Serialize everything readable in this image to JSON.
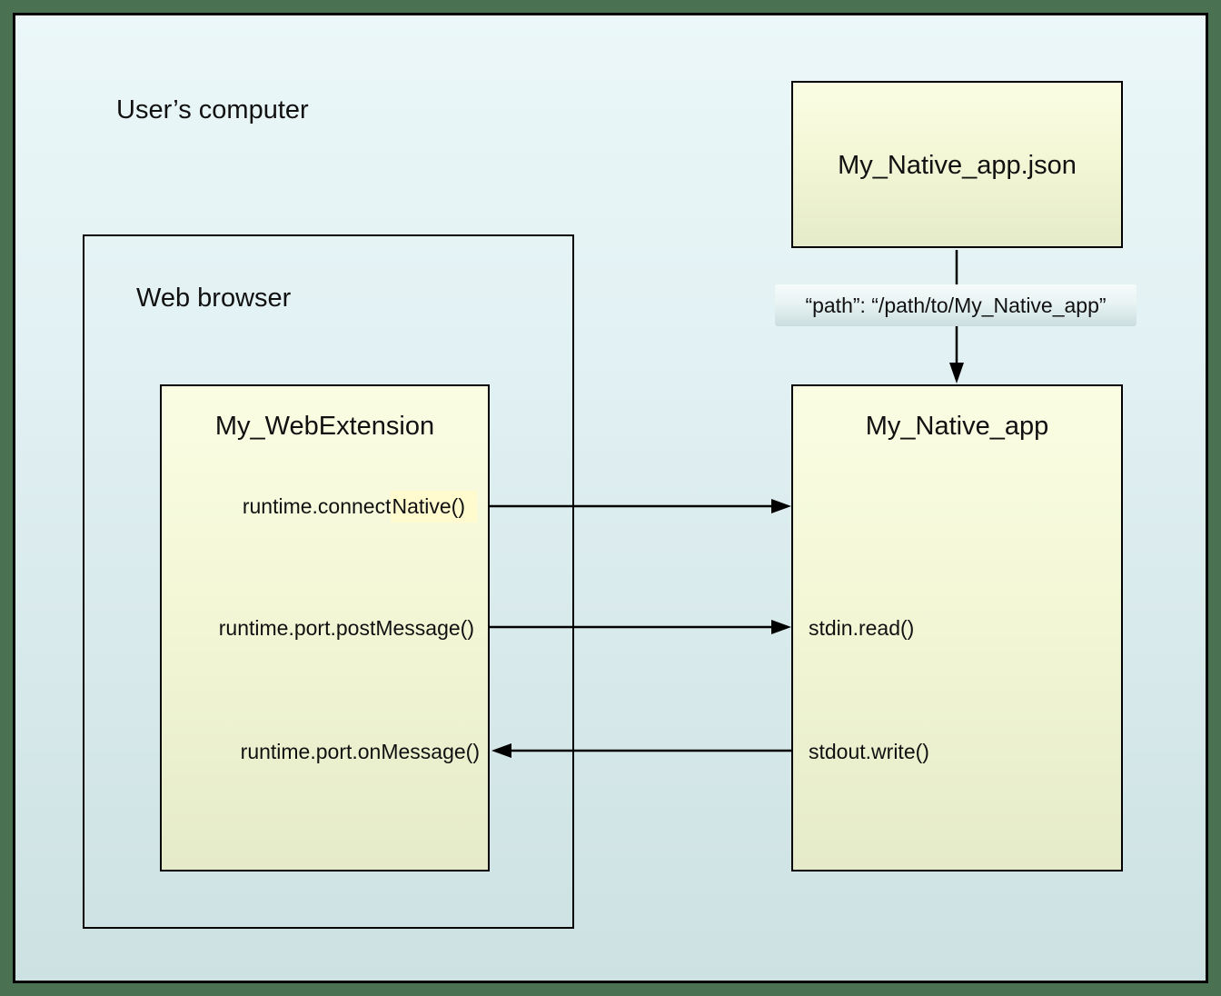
{
  "diagram": {
    "outer_label": "User’s computer",
    "browser_label": "Web browser",
    "webextension": {
      "title": "My_WebExtension",
      "connect_native_prefix": "runtime.connect",
      "connect_native_highlight": "Native()",
      "post_message": "runtime.port.postMessage()",
      "on_message": "runtime.port.onMessage()"
    },
    "native_json": {
      "title": "My_Native_app.json"
    },
    "native_app": {
      "title": "My_Native_app",
      "stdin": "stdin.read()",
      "stdout": "stdout.write()"
    },
    "path_label": "“path”: “/path/to/My_Native_app”",
    "colors": {
      "frame_green": "#4a7252",
      "panel_cyan_top": "#ebf7f9",
      "panel_cyan_bottom": "#cde1e2",
      "box_yellow_top": "#fbfde3",
      "box_yellow_bottom": "#e5eac9",
      "highlight_yellow": "#fffbcf",
      "line_black": "#000000"
    }
  }
}
